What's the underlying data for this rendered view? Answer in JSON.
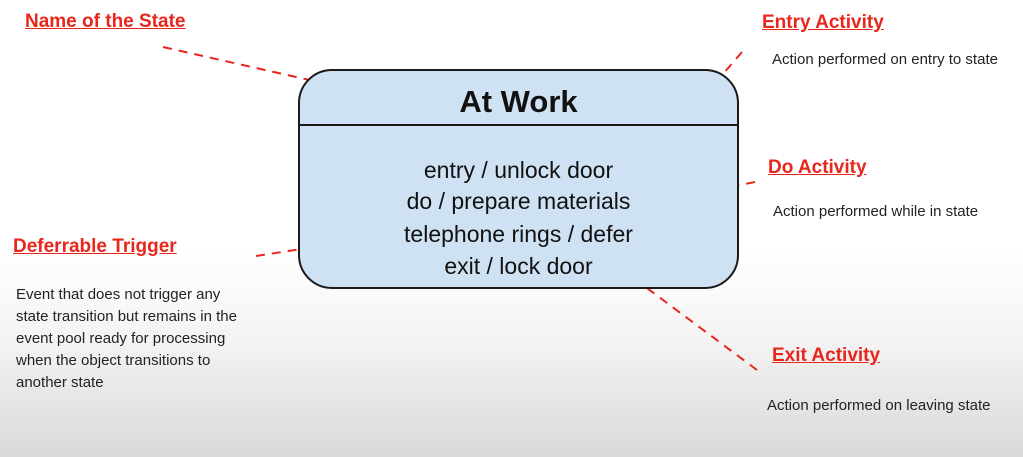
{
  "state": {
    "title": "At Work",
    "lines": [
      "entry / unlock door",
      "do / prepare materials",
      "telephone rings / defer",
      "exit / lock door"
    ]
  },
  "annotations": {
    "name_of_state": {
      "label": "Name of the State"
    },
    "entry_activity": {
      "label": "Entry Activity",
      "description": "Action performed on entry to state"
    },
    "do_activity": {
      "label": "Do Activity",
      "description": "Action performed while in state"
    },
    "deferrable_trigger": {
      "label": "Deferrable Trigger",
      "description": "Event that does not trigger any state transition but remains in the event pool ready for processing when the object transitions to another state"
    },
    "exit_activity": {
      "label": "Exit Activity",
      "description": "Action performed on leaving state"
    }
  },
  "colors": {
    "label": "#e8261c",
    "arrow": "#e8261c",
    "state_fill": "#cfe2f3",
    "state_border": "#1a1a1a"
  }
}
